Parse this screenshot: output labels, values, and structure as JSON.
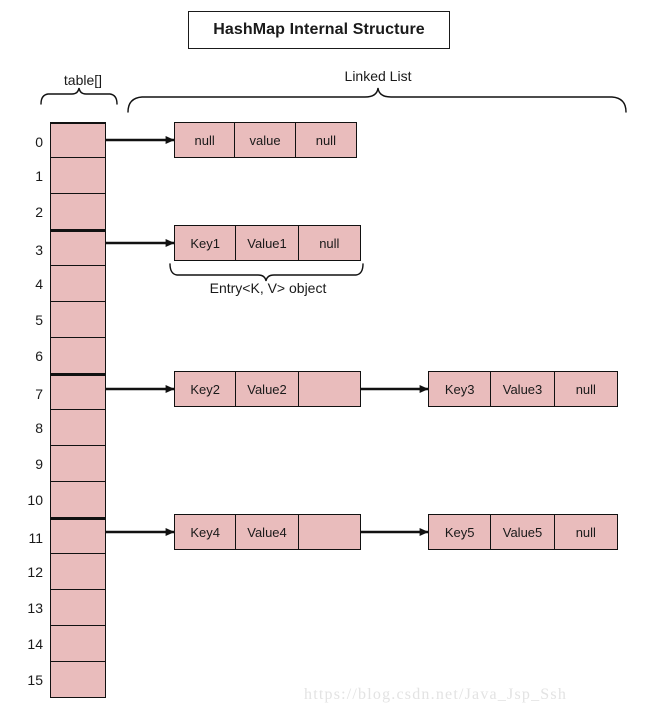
{
  "diagram": {
    "title": "HashMap Internal Structure",
    "watermark": "https://blog.csdn.net/Java_Jsp_Ssh",
    "colors": {
      "cell_fill": "#e9bcbc",
      "stroke": "#111111",
      "background": "#ffffff",
      "watermark": "#e3e3e3"
    },
    "labels": {
      "table": "table[]",
      "linked_list": "Linked List",
      "entry": "Entry<K, V> object"
    }
  },
  "bucket_array": {
    "name": "table[]",
    "size": 16,
    "indices": [
      "0",
      "1",
      "2",
      "3",
      "4",
      "5",
      "6",
      "7",
      "8",
      "9",
      "10",
      "11",
      "12",
      "13",
      "14",
      "15"
    ],
    "occupied_indices": [
      0,
      3,
      7,
      11
    ]
  },
  "chains": [
    {
      "bucket": "0",
      "nodes": [
        {
          "key": "null",
          "value": "value",
          "next": "null"
        }
      ]
    },
    {
      "bucket": "3",
      "nodes": [
        {
          "key": "Key1",
          "value": "Value1",
          "next": "null"
        }
      ]
    },
    {
      "bucket": "7",
      "nodes": [
        {
          "key": "Key2",
          "value": "Value2",
          "next": ""
        },
        {
          "key": "Key3",
          "value": "Value3",
          "next": "null"
        }
      ]
    },
    {
      "bucket": "11",
      "nodes": [
        {
          "key": "Key4",
          "value": "Value4",
          "next": ""
        },
        {
          "key": "Key5",
          "value": "Value5",
          "next": "null"
        }
      ]
    }
  ]
}
